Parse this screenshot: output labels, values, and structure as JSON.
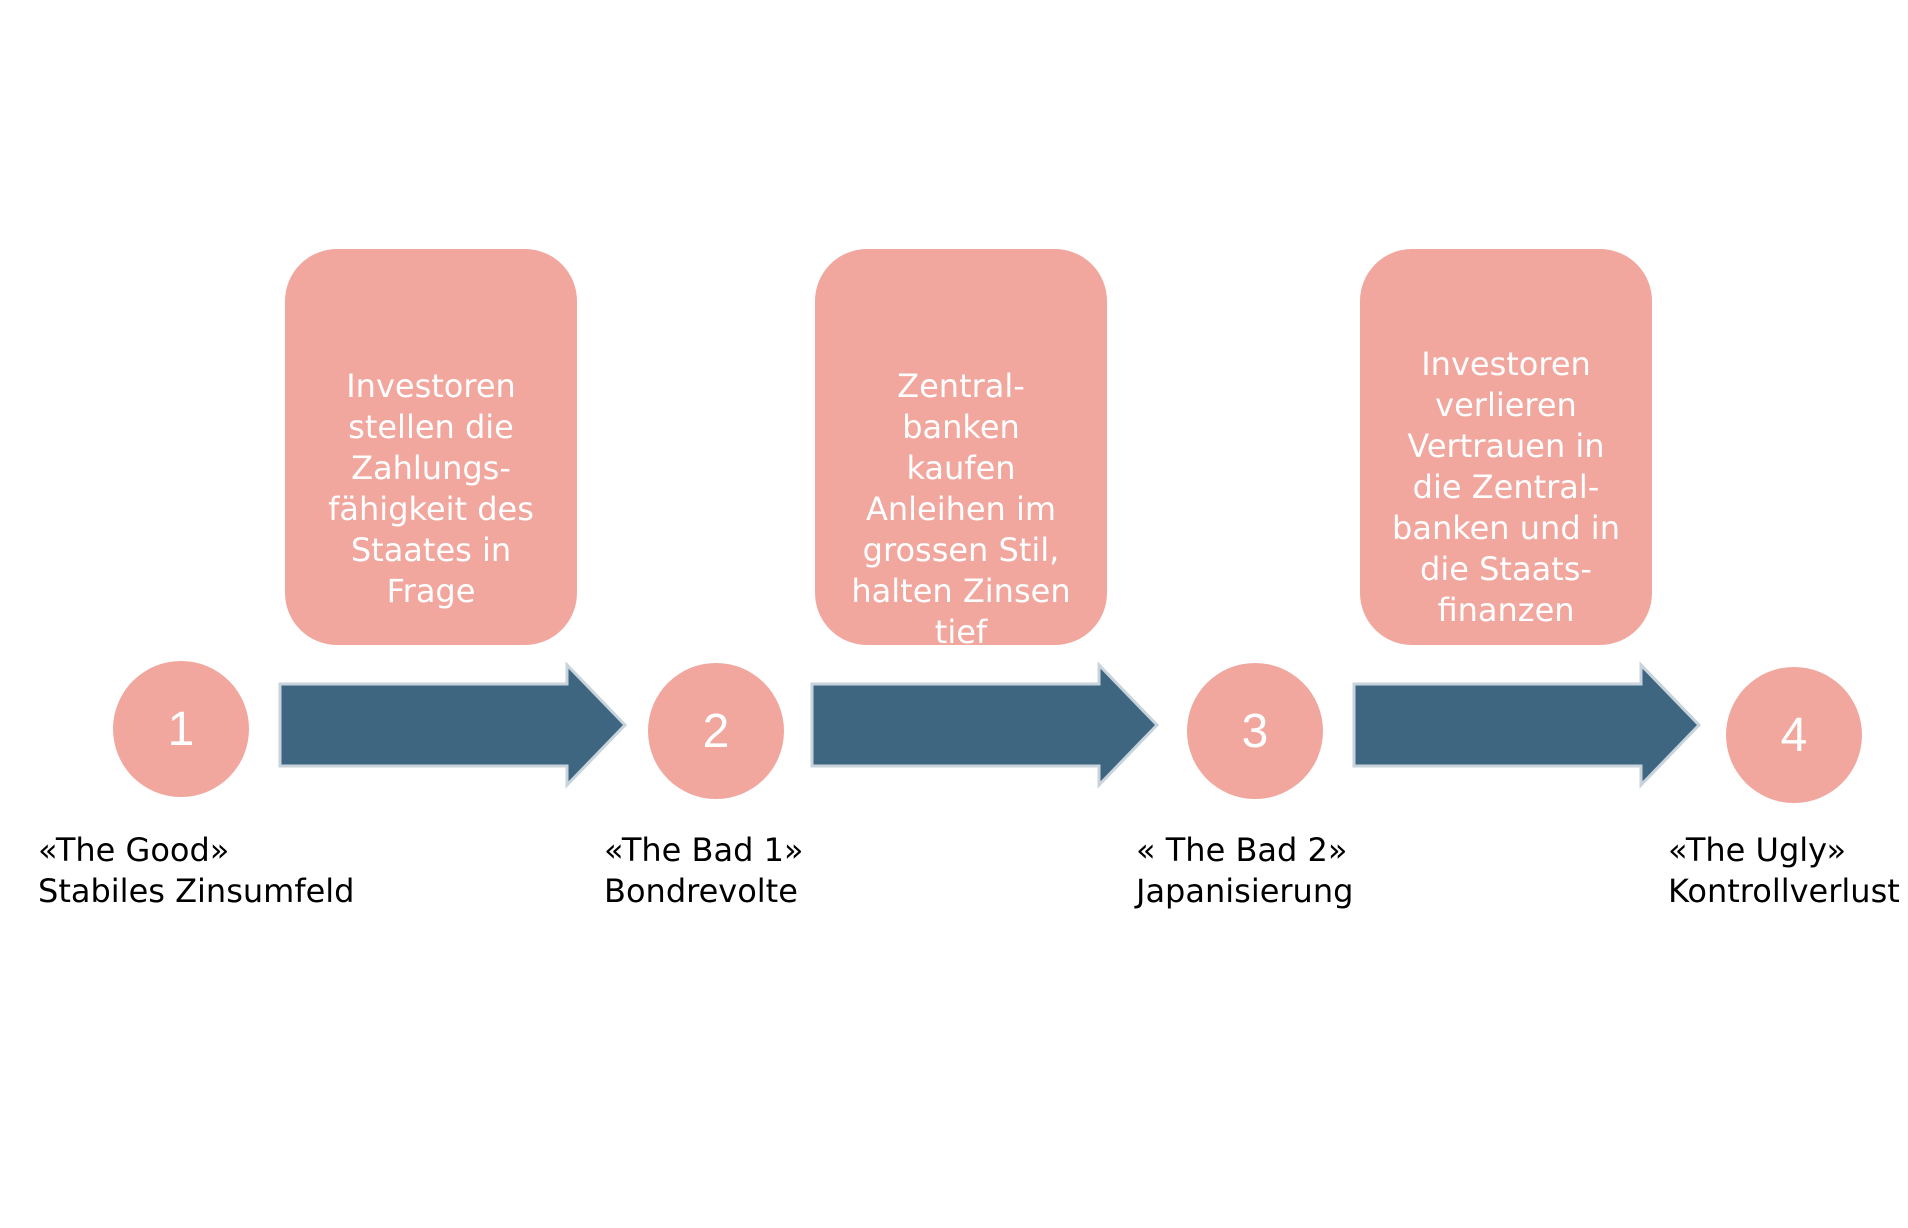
{
  "colors": {
    "box_fill": "#f1a69e",
    "circle_fill": "#f1a69e",
    "arrow_fill": "#3f6680",
    "arrow_stroke": "#c8d3dc",
    "box_text": "#ffffff",
    "label_text": "#000000"
  },
  "stages": [
    {
      "number": "1",
      "name": "«The Good»",
      "description": "Stabiles Zinsumfeld"
    },
    {
      "number": "2",
      "name": "«The Bad 1»",
      "description": "Bondrevolte"
    },
    {
      "number": "3",
      "name": "« The Bad 2»",
      "description": "Japanisierung"
    },
    {
      "number": "4",
      "name": "«The Ugly»",
      "description": "Kontrollverlust"
    }
  ],
  "transitions": [
    {
      "text": "Investoren\nstellen die\nZahlungs-\nfähigkeit des\nStaates in\nFrage"
    },
    {
      "text": "Zentral-\nbanken kaufen\nAnleihen im\ngrossen Stil,\nhalten Zinsen\ntief"
    },
    {
      "text": "Investoren\nverlieren\nVertrauen in\ndie Zentral-\nbanken und in\ndie Staats-\nfinanzen"
    }
  ]
}
